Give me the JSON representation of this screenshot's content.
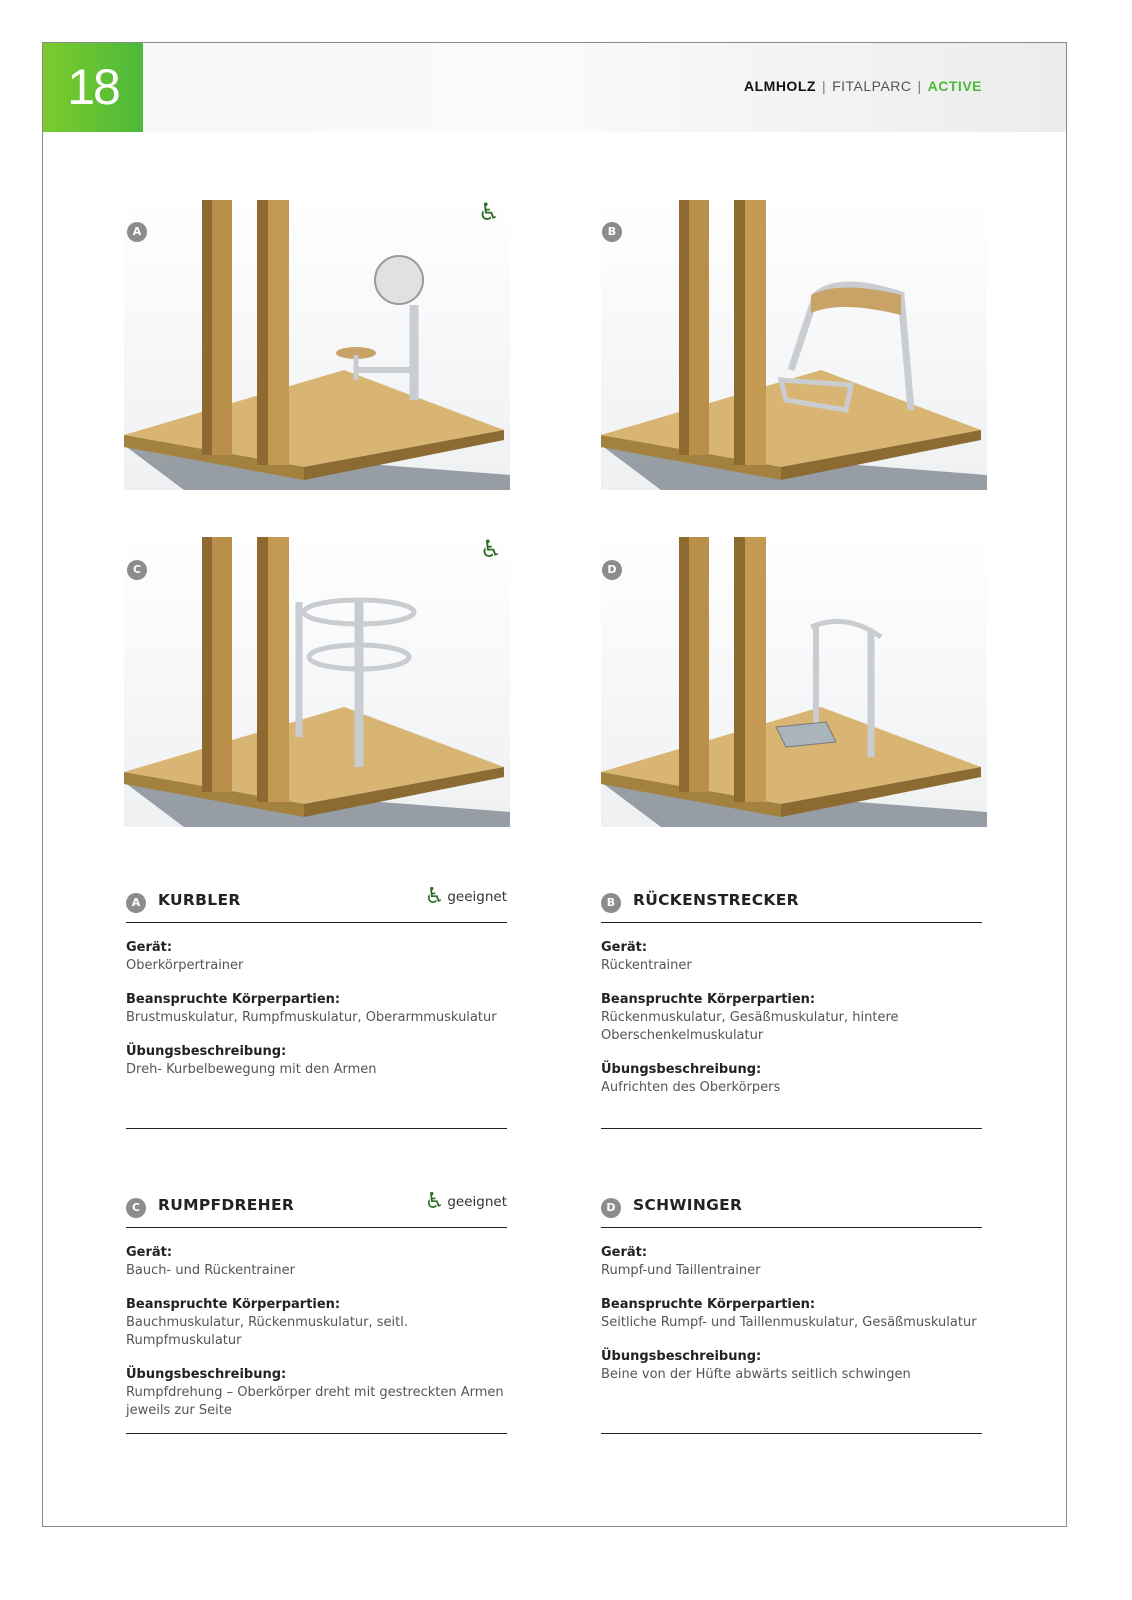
{
  "header": {
    "page_number": "18",
    "brand": "ALMHOLZ",
    "line": "FITALPARC",
    "edition": "ACTIVE",
    "separator": "|"
  },
  "images": [
    {
      "badge": "A",
      "wheelchair": true
    },
    {
      "badge": "B",
      "wheelchair": false
    },
    {
      "badge": "C",
      "wheelchair": true
    },
    {
      "badge": "D",
      "wheelchair": false
    }
  ],
  "suitable_label": "geeignet",
  "items": [
    {
      "badge": "A",
      "title": "KURBLER",
      "suitable": true,
      "device_label": "Gerät:",
      "device": "Oberkörpertrainer",
      "muscles_label": "Beanspruchte Körperpartien:",
      "muscles": "Brustmuskulatur, Rumpfmuskulatur, Oberarmmuskulatur",
      "exercise_label": "Übungsbeschreibung:",
      "exercise": "Dreh- Kurbelbewegung mit den Armen"
    },
    {
      "badge": "B",
      "title": "RÜCKENSTRECKER",
      "suitable": false,
      "device_label": "Gerät:",
      "device": "Rückentrainer",
      "muscles_label": "Beanspruchte Körperpartien:",
      "muscles": "Rückenmuskulatur, Gesäßmuskulatur, hintere Oberschenkelmuskulatur",
      "exercise_label": "Übungsbeschreibung:",
      "exercise": "Aufrichten des Oberkörpers"
    },
    {
      "badge": "C",
      "title": "RUMPFDREHER",
      "suitable": true,
      "device_label": "Gerät:",
      "device": "Bauch- und Rückentrainer",
      "muscles_label": "Beanspruchte Körperpartien:",
      "muscles": "Bauchmuskulatur, Rückenmuskulatur, seitl. Rumpfmuskulatur",
      "exercise_label": "Übungsbeschreibung:",
      "exercise": "Rumpfdrehung – Oberkörper dreht mit gestreckten Armen jeweils zur Seite"
    },
    {
      "badge": "D",
      "title": "SCHWINGER",
      "suitable": false,
      "device_label": "Gerät:",
      "device": "Rumpf-und Taillentrainer",
      "muscles_label": "Beanspruchte Körperpartien:",
      "muscles": "Seitliche Rumpf- und Taillenmuskulatur, Gesäßmuskulatur",
      "exercise_label": "Übungsbeschreibung:",
      "exercise": "Beine von der Hüfte abwärts seitlich schwingen"
    }
  ]
}
